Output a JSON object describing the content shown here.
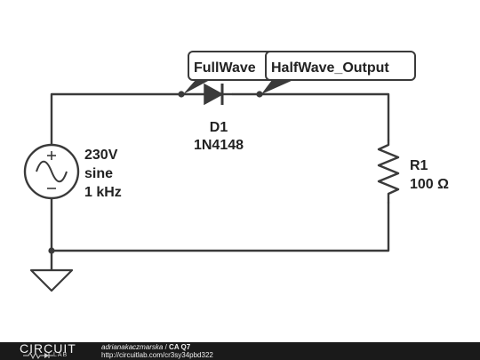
{
  "circuit": {
    "source": {
      "voltage": "230V",
      "waveform": "sine",
      "frequency": "1 kHz"
    },
    "diode": {
      "ref": "D1",
      "model": "1N4148"
    },
    "resistor": {
      "ref": "R1",
      "value": "100 Ω"
    },
    "net_labels": {
      "left": "FullWave",
      "right": "HalfWave_Output"
    }
  },
  "footer": {
    "brand_name": "CIRCUIT",
    "brand_sub": "LAB",
    "author": "adrianakaczmarska",
    "separator": " / ",
    "title": "CA Q7",
    "url": "http://circuitlab.com/cr3sy34pbd322"
  },
  "colors": {
    "wire": "#3a3a3a",
    "label_fill": "#ffffff",
    "footer_bg": "#1a1a1a"
  }
}
